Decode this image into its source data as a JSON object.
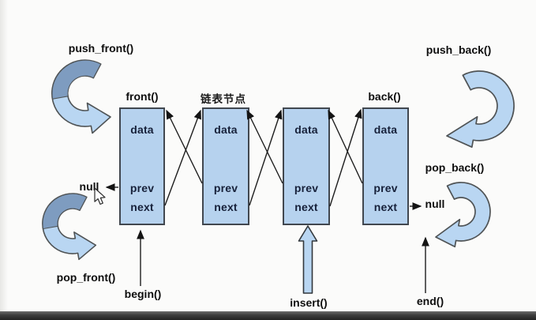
{
  "diagram_subject": "doubly linked list (std::list) structure",
  "labels": {
    "push_front": "push_front()",
    "push_back": "push_back()",
    "pop_front": "pop_front()",
    "pop_back": "pop_back()",
    "front": "front()",
    "node_note_cn": "链表节点",
    "back": "back()",
    "begin": "begin()",
    "insert": "insert()",
    "end": "end()",
    "null_left": "null",
    "null_right": "null"
  },
  "nodes": [
    {
      "rows": [
        "data",
        "prev",
        "next"
      ]
    },
    {
      "rows": [
        "data",
        "prev",
        "next"
      ]
    },
    {
      "rows": [
        "data",
        "prev",
        "next"
      ]
    },
    {
      "rows": [
        "data",
        "prev",
        "next"
      ]
    }
  ],
  "icons": {
    "curved_arrows": [
      "push-front-ribbon-arrow",
      "pop-front-ribbon-arrow",
      "push-back-curved-arrow",
      "pop-back-curved-arrow"
    ],
    "block_arrow": "insert-up-arrow",
    "cursor": "mouse-pointer"
  },
  "colors": {
    "background": "#fbfbfa",
    "node_fill": "#b6d2ee",
    "node_border": "#41474f",
    "node_text": "#17213a",
    "arrow_fill_light": "#b9d6f2",
    "arrow_fill_dark": "#7e9cc0",
    "pointer_line": "#1d1d1d",
    "bottom_bar": "#3c3c3c"
  }
}
